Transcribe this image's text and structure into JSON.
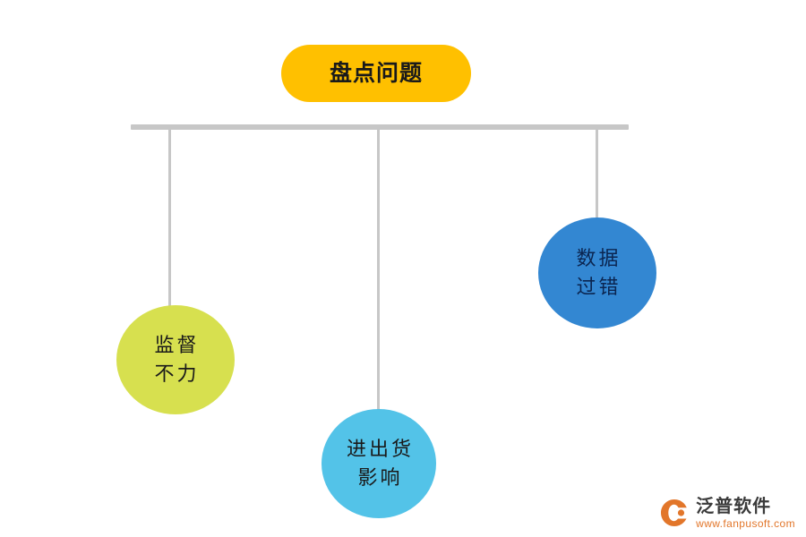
{
  "diagram": {
    "type": "fishbone-tree",
    "root": {
      "label": "盘点问题",
      "shape": "rounded-pill",
      "fill": "#ffc000",
      "text_color": "#1a1a1a"
    },
    "bus_line_color": "#c7c7c7",
    "connector_color": "#c7c7c7",
    "branches": [
      {
        "id": "branch-1",
        "lines": [
          "监督",
          "不力"
        ],
        "text": "监督不力",
        "shape": "circle",
        "fill": "#d7e04f",
        "text_color": "#1a1a1a"
      },
      {
        "id": "branch-2",
        "lines": [
          "进出货",
          "影响"
        ],
        "text": "进出货影响",
        "shape": "circle",
        "fill": "#53c3e8",
        "text_color": "#1a1a1a"
      },
      {
        "id": "branch-3",
        "lines": [
          "数据",
          "过错"
        ],
        "text": "数据过错",
        "shape": "circle",
        "fill": "#3387d2",
        "text_color": "#0b2550"
      }
    ]
  },
  "watermark": {
    "name": "泛普软件",
    "url": "www.fanpusoft.com",
    "mark_color": "#e2762a",
    "name_color": "#3a3a3a"
  }
}
